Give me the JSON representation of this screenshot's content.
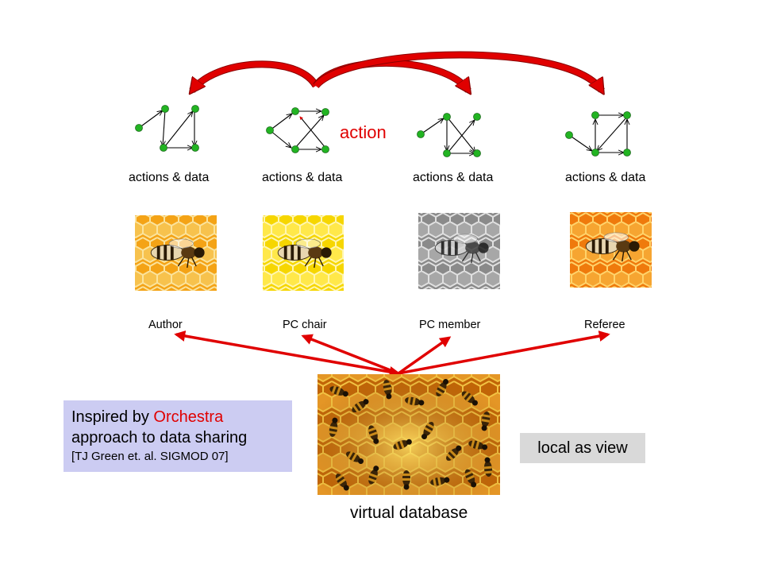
{
  "colors": {
    "accent_red": "#e00000",
    "node_green": "#22b422",
    "note_bg": "#ccccf2",
    "lav_bg": "#d9d9d9"
  },
  "graphs": {
    "label": "actions &  data",
    "action_label": "action"
  },
  "roles": [
    "Author",
    "PC chair",
    "PC member",
    "Referee"
  ],
  "images": {
    "role_tints": [
      "orange",
      "yellow",
      "grayscale",
      "orange"
    ],
    "database": "honeycomb with many bees"
  },
  "database": {
    "label": "virtual database"
  },
  "note": {
    "line1_prefix": "Inspired by ",
    "line1_highlight": "Orchestra",
    "line2": "approach to data sharing",
    "citation": "[TJ Green et. al. SIGMOD 07]"
  },
  "view_badge": {
    "label": "local as view"
  }
}
